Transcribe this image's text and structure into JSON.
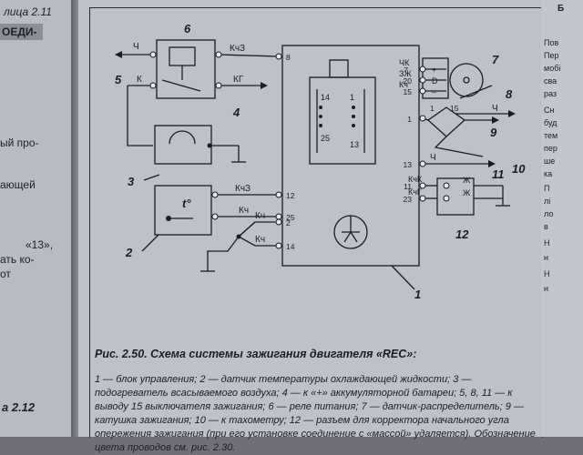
{
  "left_page": {
    "header": "лица 2.11",
    "header2": "ОЕДИ-",
    "lines": [
      "ый про-",
      "ающей",
      "«13»,",
      "ать ко-",
      "от"
    ],
    "footer": "а 2.12"
  },
  "right_page": {
    "header": "Б",
    "lines": [
      "Пов",
      "Пер",
      "мобі",
      "сва",
      "раз",
      "Сн",
      "буд",
      "тем",
      "пер",
      "ше",
      "ка",
      "П",
      "лі",
      "ло",
      "в",
      "Н",
      "н",
      "Н",
      "н"
    ]
  },
  "figure": {
    "title": "Рис. 2.50. Схема системы зажигания двигателя «REC»:",
    "description": "1 — блок управления; 2 — датчик температуры охлаждающей жидкости; 3 — подогреватель всасываемого воздуха; 4 — к «+» аккумуляторной батареи; 5, 8, 11 — к выводу 15 выключателя зажигания; 6 — реле питания; 7 — датчик-распределитель; 9 — катушка зажигания; 10 — к тахометру; 12 — разъем для корректора начального угла опережения зажигания (при его установке соединение с «массой» удаляется). Обозначение цвета проводов см. рис. 2.30."
  },
  "diagram": {
    "component_numbers": [
      "1",
      "2",
      "3",
      "4",
      "5",
      "6",
      "7",
      "8",
      "9",
      "10",
      "11",
      "12"
    ],
    "wire_labels": {
      "ch_top": "Ч",
      "k_left": "К",
      "kchz_relay": "КчЗ",
      "kg_relay": "КГ",
      "kchz_sensor": "КчЗ",
      "kch_sensor": "Кч",
      "kch_bottom1": "Кч",
      "kch_bottom2": "Кч",
      "chk": "ЧК",
      "zzh": "ЗЖ",
      "kch_right": "Кч",
      "ch_coil": "Ч",
      "ch_right13": "Ч",
      "kchk": "КчК",
      "kchg": "КчГ",
      "zh1": "Ж",
      "zh2": "Ж"
    },
    "pin_numbers": {
      "p8": "8",
      "p12": "12",
      "p25": "25",
      "p2": "2",
      "p14": "14",
      "p7": "7",
      "p20": "20",
      "p15a": "15",
      "p1": "1",
      "p13": "13",
      "p11": "11",
      "p23": "23"
    },
    "connector_numbers": [
      "14",
      "25",
      "1",
      "13"
    ],
    "coil_pins": {
      "c1": "1",
      "c15": "15"
    },
    "sensor_label": "t°",
    "distributor_signs": {
      "plus": "+",
      "d": "D",
      "minus": "–"
    }
  }
}
